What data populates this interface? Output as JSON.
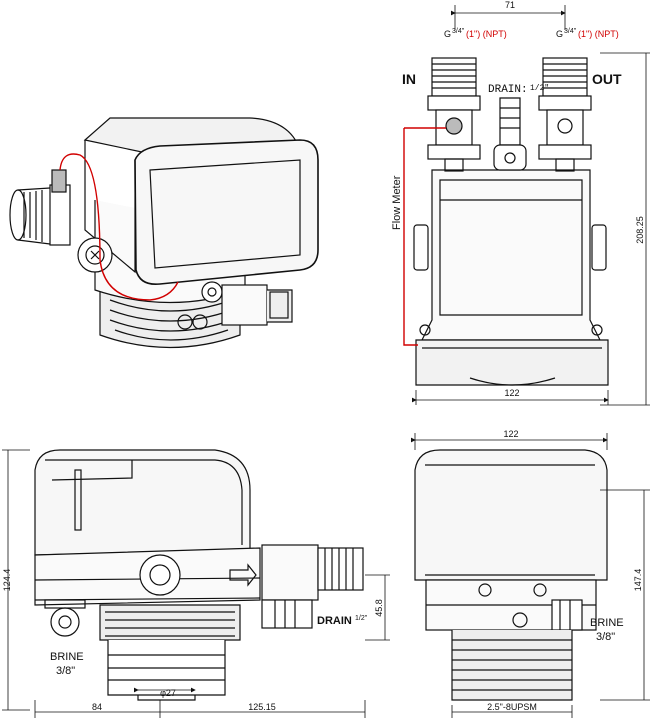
{
  "top_right": {
    "dim_top": "71",
    "inlet_spec_g": "G",
    "inlet_spec_frac": "3/4\"",
    "inlet_spec_npt": "(1\") (NPT)",
    "outlet_spec_g": "G",
    "outlet_spec_frac": "3/4\"",
    "outlet_spec_npt": "(1\") (NPT)",
    "in_label": "IN",
    "out_label": "OUT",
    "drain_label": "DRAIN:",
    "drain_frac": "1/2\"",
    "flow_meter": "Flow Meter",
    "dim_height": "208.25",
    "dim_width": "122"
  },
  "bottom_left": {
    "dim_height": "124.4",
    "dim_drain_height": "45.8",
    "drain_label": "DRAIN",
    "drain_frac": "1/2\"",
    "brine_label": "BRINE",
    "brine_size": "3/8\"",
    "dim_dia": "φ27",
    "dim_left": "84",
    "dim_right": "125.15"
  },
  "bottom_right": {
    "dim_width": "122",
    "dim_height": "147.4",
    "brine_label": "BRINE",
    "brine_size": "3/8\"",
    "thread": "2.5\"-8UPSM"
  }
}
